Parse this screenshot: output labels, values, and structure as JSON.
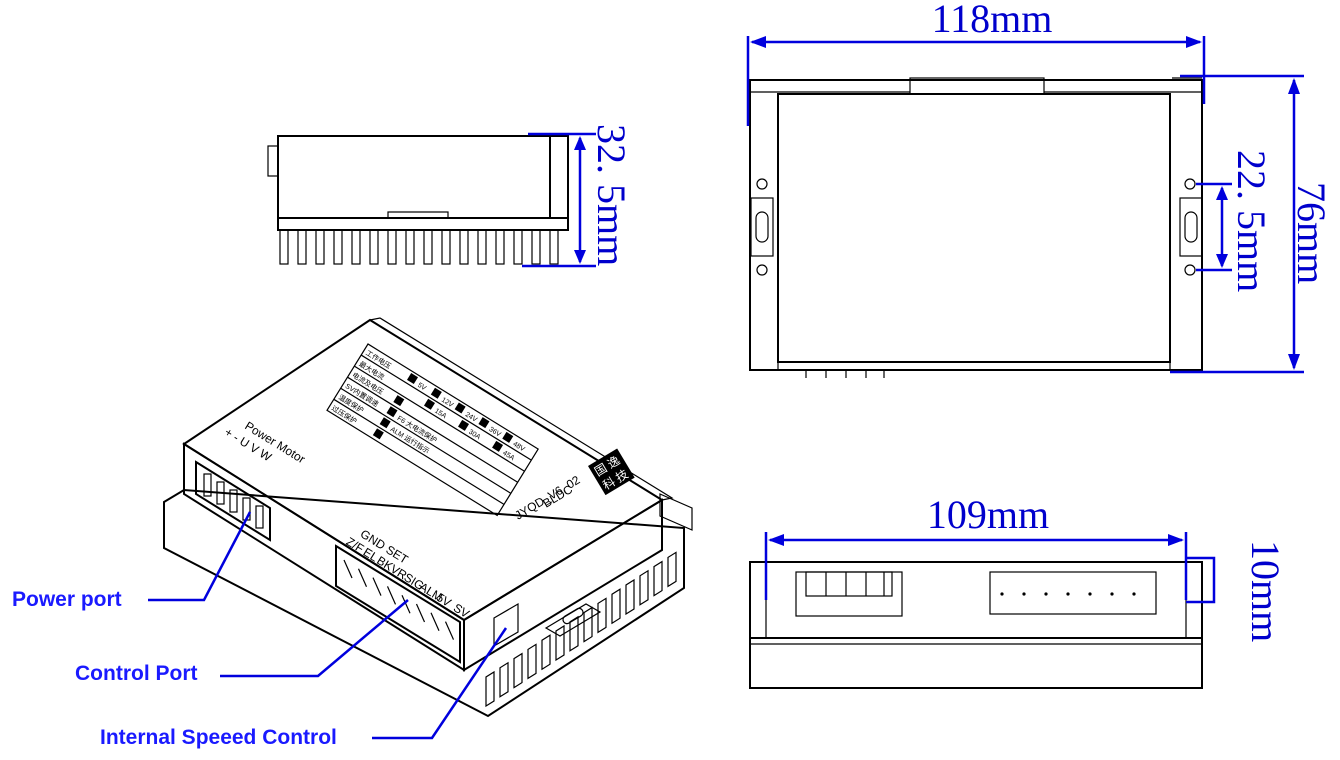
{
  "dimensions": {
    "width_total": "118mm",
    "height_total": "76mm",
    "mount_spacing": "22. 5mm",
    "side_height": "32. 5mm",
    "end_width": "109mm",
    "end_flange": "10mm"
  },
  "callouts": {
    "power_port": "Power port",
    "control_port": "Control Port",
    "speed_control": "Internal Speeed Control"
  },
  "device": {
    "model": "JYQD_V6. 02",
    "type": "BLDC",
    "logo_chars": [
      "国",
      "逸",
      "科",
      "技"
    ],
    "power_header": "Power  Motor",
    "power_pins": "+ - U V W",
    "control_header": "GND          SET",
    "control_pins": [
      "Z/F",
      "EL",
      "BK",
      "VR",
      "SIG",
      "ALM",
      "5V"
    ],
    "sv_label": "SV",
    "spec_rows": [
      "工作电压",
      "最大电流",
      "电流及电压",
      "SV内置调速",
      "温度保护",
      "过压保护"
    ],
    "spec_values": [
      "5V",
      "12V",
      "24V",
      "36V",
      "48V",
      "15A",
      "30A",
      "45A"
    ],
    "indicator_labels": [
      "F6 大电流保护",
      "ALM 运行指示"
    ]
  }
}
